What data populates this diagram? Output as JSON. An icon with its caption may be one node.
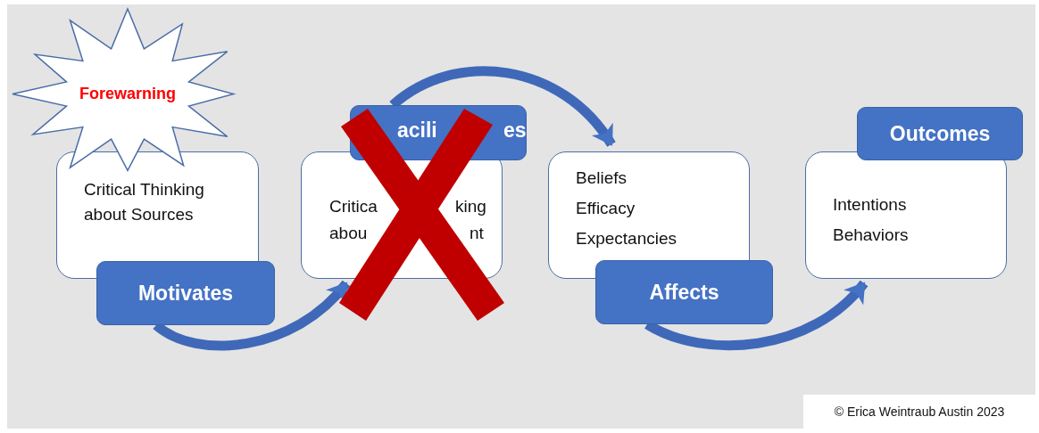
{
  "diagram": {
    "nodes": [
      {
        "text": [
          "Forewarning"
        ]
      },
      {
        "text": [
          "Critical Thinking about Sources"
        ]
      },
      {
        "text": [
          "Motivates"
        ]
      },
      {
        "text": [
          "Critica",
          "king",
          "abou",
          "nt"
        ]
      },
      {
        "text": [
          "acili",
          "es"
        ]
      },
      {
        "text": [
          "Beliefs",
          "Efficacy",
          "Expectancies"
        ]
      },
      {
        "text": [
          "Affects"
        ]
      },
      {
        "text": [
          "Intentions",
          "Behaviors"
        ]
      },
      {
        "text": [
          "Outcomes"
        ]
      }
    ],
    "edges": [
      {
        "from": 2,
        "to": 3,
        "arrow": "to"
      },
      {
        "from": 4,
        "to": 5,
        "arrow": "to"
      },
      {
        "from": 6,
        "to": 7,
        "arrow": "to"
      }
    ],
    "labels": [
      "© Erica Weintraub Austin 2023"
    ]
  }
}
